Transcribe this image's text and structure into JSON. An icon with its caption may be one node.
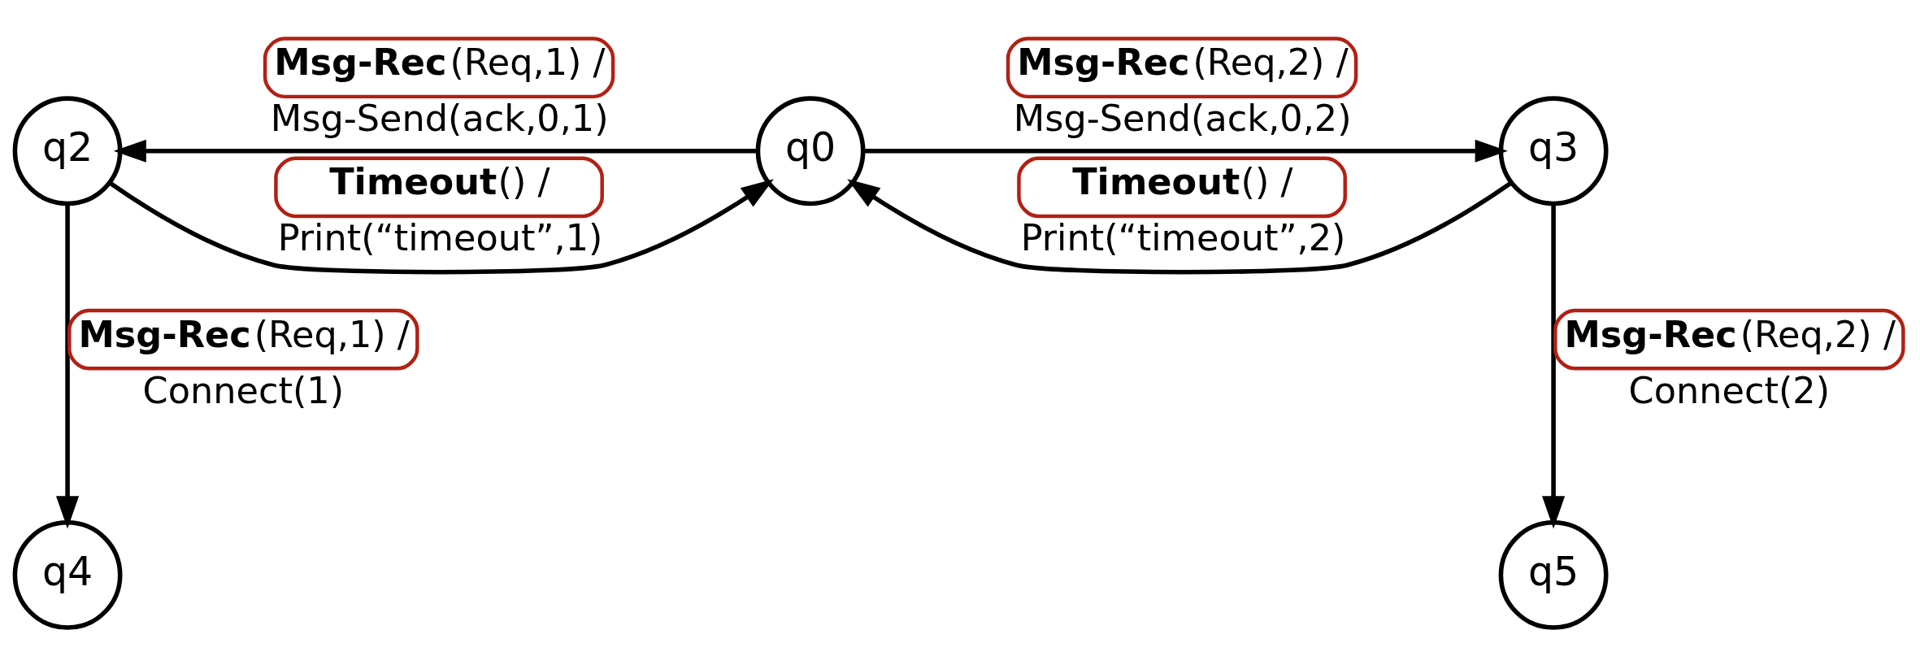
{
  "diagram": {
    "nodes": [
      {
        "text": [
          "q2"
        ]
      },
      {
        "text": [
          "q0"
        ]
      },
      {
        "text": [
          "q3"
        ]
      },
      {
        "text": [
          "q4"
        ]
      },
      {
        "text": [
          "q5"
        ]
      }
    ],
    "edges": [
      {
        "from": 1,
        "to": 0,
        "arrow": "to",
        "label": "**Msg-Rec**(Req,1) / Msg-Send(ack,0,1)"
      },
      {
        "from": 1,
        "to": 2,
        "arrow": "to",
        "label": "**Msg-Rec**(Req,2) / Msg-Send(ack,0,2)"
      },
      {
        "from": 0,
        "to": 1,
        "arrow": "to",
        "label": "**Timeout**() / Print(“timeout”,1)"
      },
      {
        "from": 2,
        "to": 1,
        "arrow": "to",
        "label": "**Timeout**() / Print(“timeout”,2)"
      },
      {
        "from": 0,
        "to": 3,
        "arrow": "to",
        "label": "**Msg-Rec**(Req,1) / Connect(1)"
      },
      {
        "from": 2,
        "to": 4,
        "arrow": "to",
        "label": "**Msg-Rec**(Req,2) / Connect(2)"
      }
    ]
  }
}
